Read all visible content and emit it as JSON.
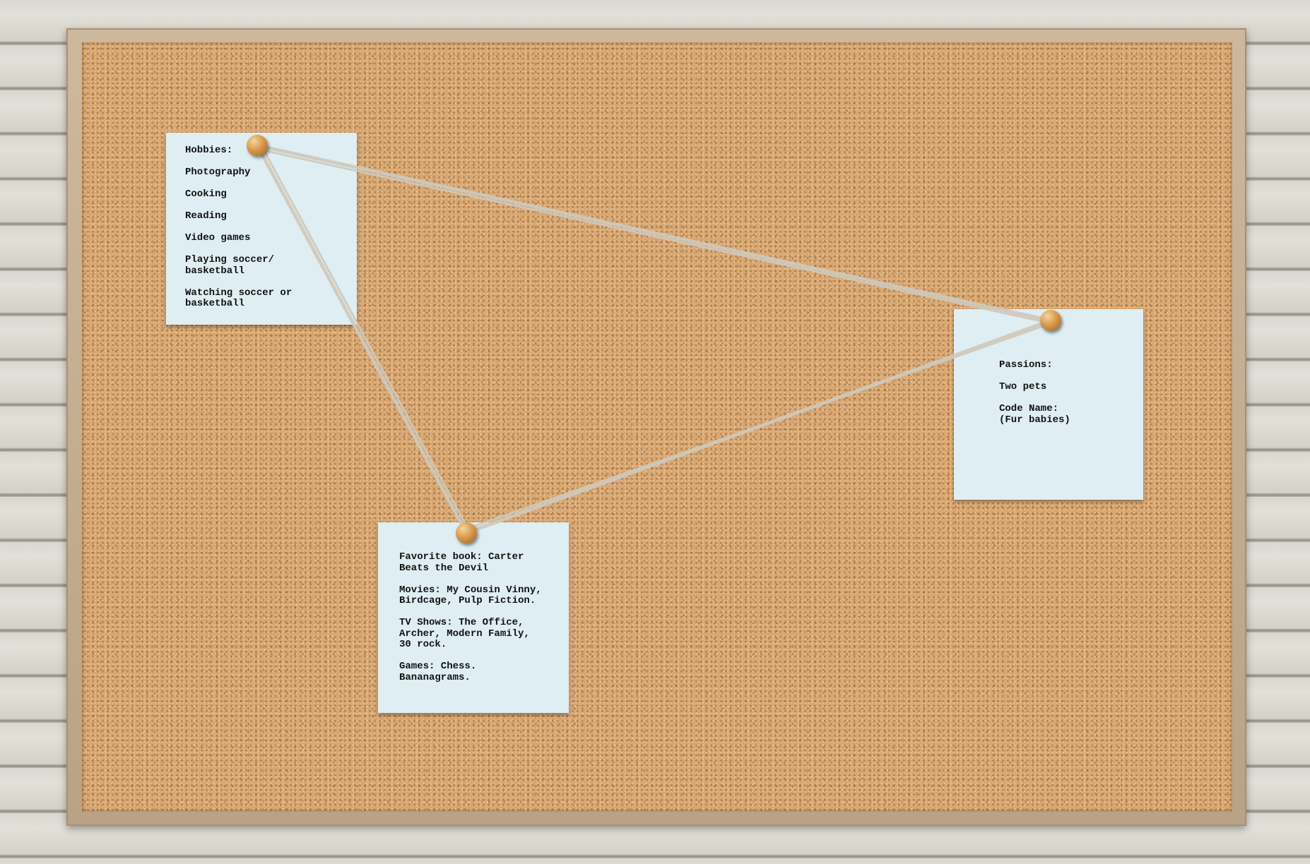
{
  "notes": {
    "hobbies": [
      "Hobbies:",
      "Photography",
      "Cooking",
      "Reading",
      "Video games",
      "Playing soccer/\nbasketball",
      "Watching soccer or\nbasketball"
    ],
    "passions": [
      "Passions:",
      "Two pets",
      "Code Name:\n(Fur babies)"
    ],
    "favorites": [
      "Favorite book: Carter\nBeats the Devil",
      "Movies: My Cousin Vinny,\nBirdcage, Pulp Fiction.",
      "TV Shows:  The Office,\nArcher, Modern Family,\n30 rock.",
      "Games: Chess.\nBananagrams."
    ]
  },
  "colors": {
    "note": "#dfeef3",
    "cork": "#d7a671",
    "string": "#c9c4b6"
  }
}
